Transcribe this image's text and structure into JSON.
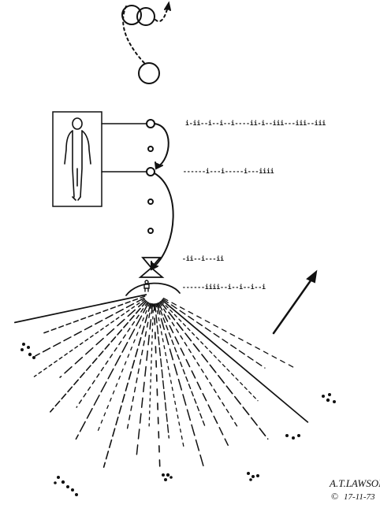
{
  "binary_codes": {
    "code_1": "i-ii--i--i--i----ii-i--iii---iii--iii",
    "code_2": "------i---i-----i---iiii",
    "code_3": "-ii--i---ii",
    "code_4": "------iiii--i--i--i--i"
  },
  "signature": {
    "name": "A.T.LAWSON",
    "date": "17-11-73"
  },
  "ink_color": "#111111"
}
